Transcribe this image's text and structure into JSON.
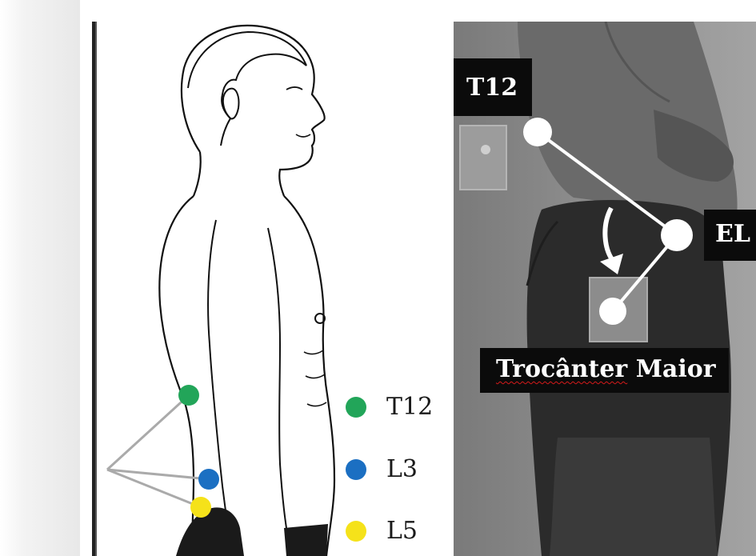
{
  "left_figure": {
    "legend": [
      {
        "label": "T12",
        "color": "#22a559"
      },
      {
        "label": "L3",
        "color": "#1b6fc2"
      },
      {
        "label": "L5",
        "color": "#f5e21a"
      }
    ]
  },
  "photo": {
    "tags": {
      "t12": "T12",
      "el": "EL",
      "troc_word1": "Trocânter",
      "troc_word2": "Maior"
    },
    "marker_color": "#ffffff"
  }
}
